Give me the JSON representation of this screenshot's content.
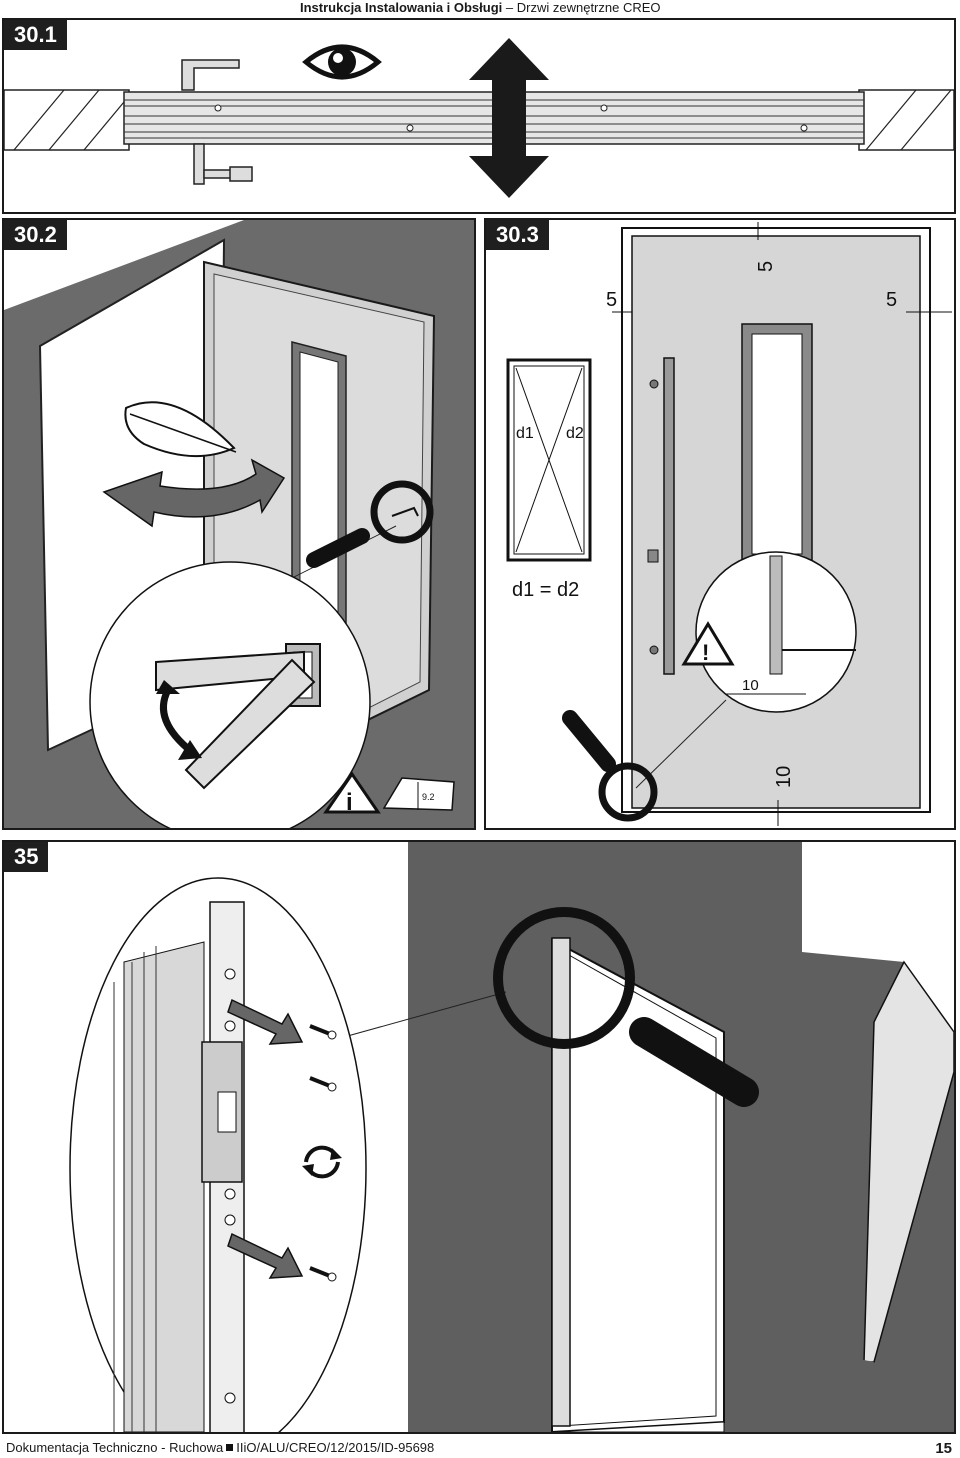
{
  "header": {
    "title_bold": "Instrukcja Instalowania i Obsługi",
    "separator": "–",
    "subtitle": "Drzwi zewnętrzne CREO"
  },
  "figures": {
    "fig_30_1": {
      "label": "30.1"
    },
    "fig_30_2": {
      "label": "30.2",
      "book_ref": "9.2"
    },
    "fig_30_3": {
      "label": "30.3",
      "dim_top": "5",
      "dim_left": "5",
      "dim_right": "5",
      "diag_d1": "d1",
      "diag_d2": "d2",
      "equation": "d1 = d2",
      "dim_detail": "10",
      "dim_bottom": "10"
    },
    "fig_35": {
      "label": "35"
    }
  },
  "footer": {
    "left_text": "Dokumentacja Techniczno - Ruchowa",
    "right_text": "IIiO/ALU/CREO/12/2015/ID-95698",
    "page_number": "15"
  },
  "colors": {
    "badge": "#1f1f1f",
    "wall": "#5f5f5f",
    "door_panel": "#d6d6d6",
    "frame": "#3a3a3a"
  },
  "icons": [
    "eye-icon",
    "up-down-arrow-icon",
    "feather-icon",
    "rotate-arrow-icon",
    "magnifier-icon",
    "info-warning-icon",
    "manual-book-icon",
    "warning-icon",
    "screw-icon",
    "rotate-icon"
  ]
}
